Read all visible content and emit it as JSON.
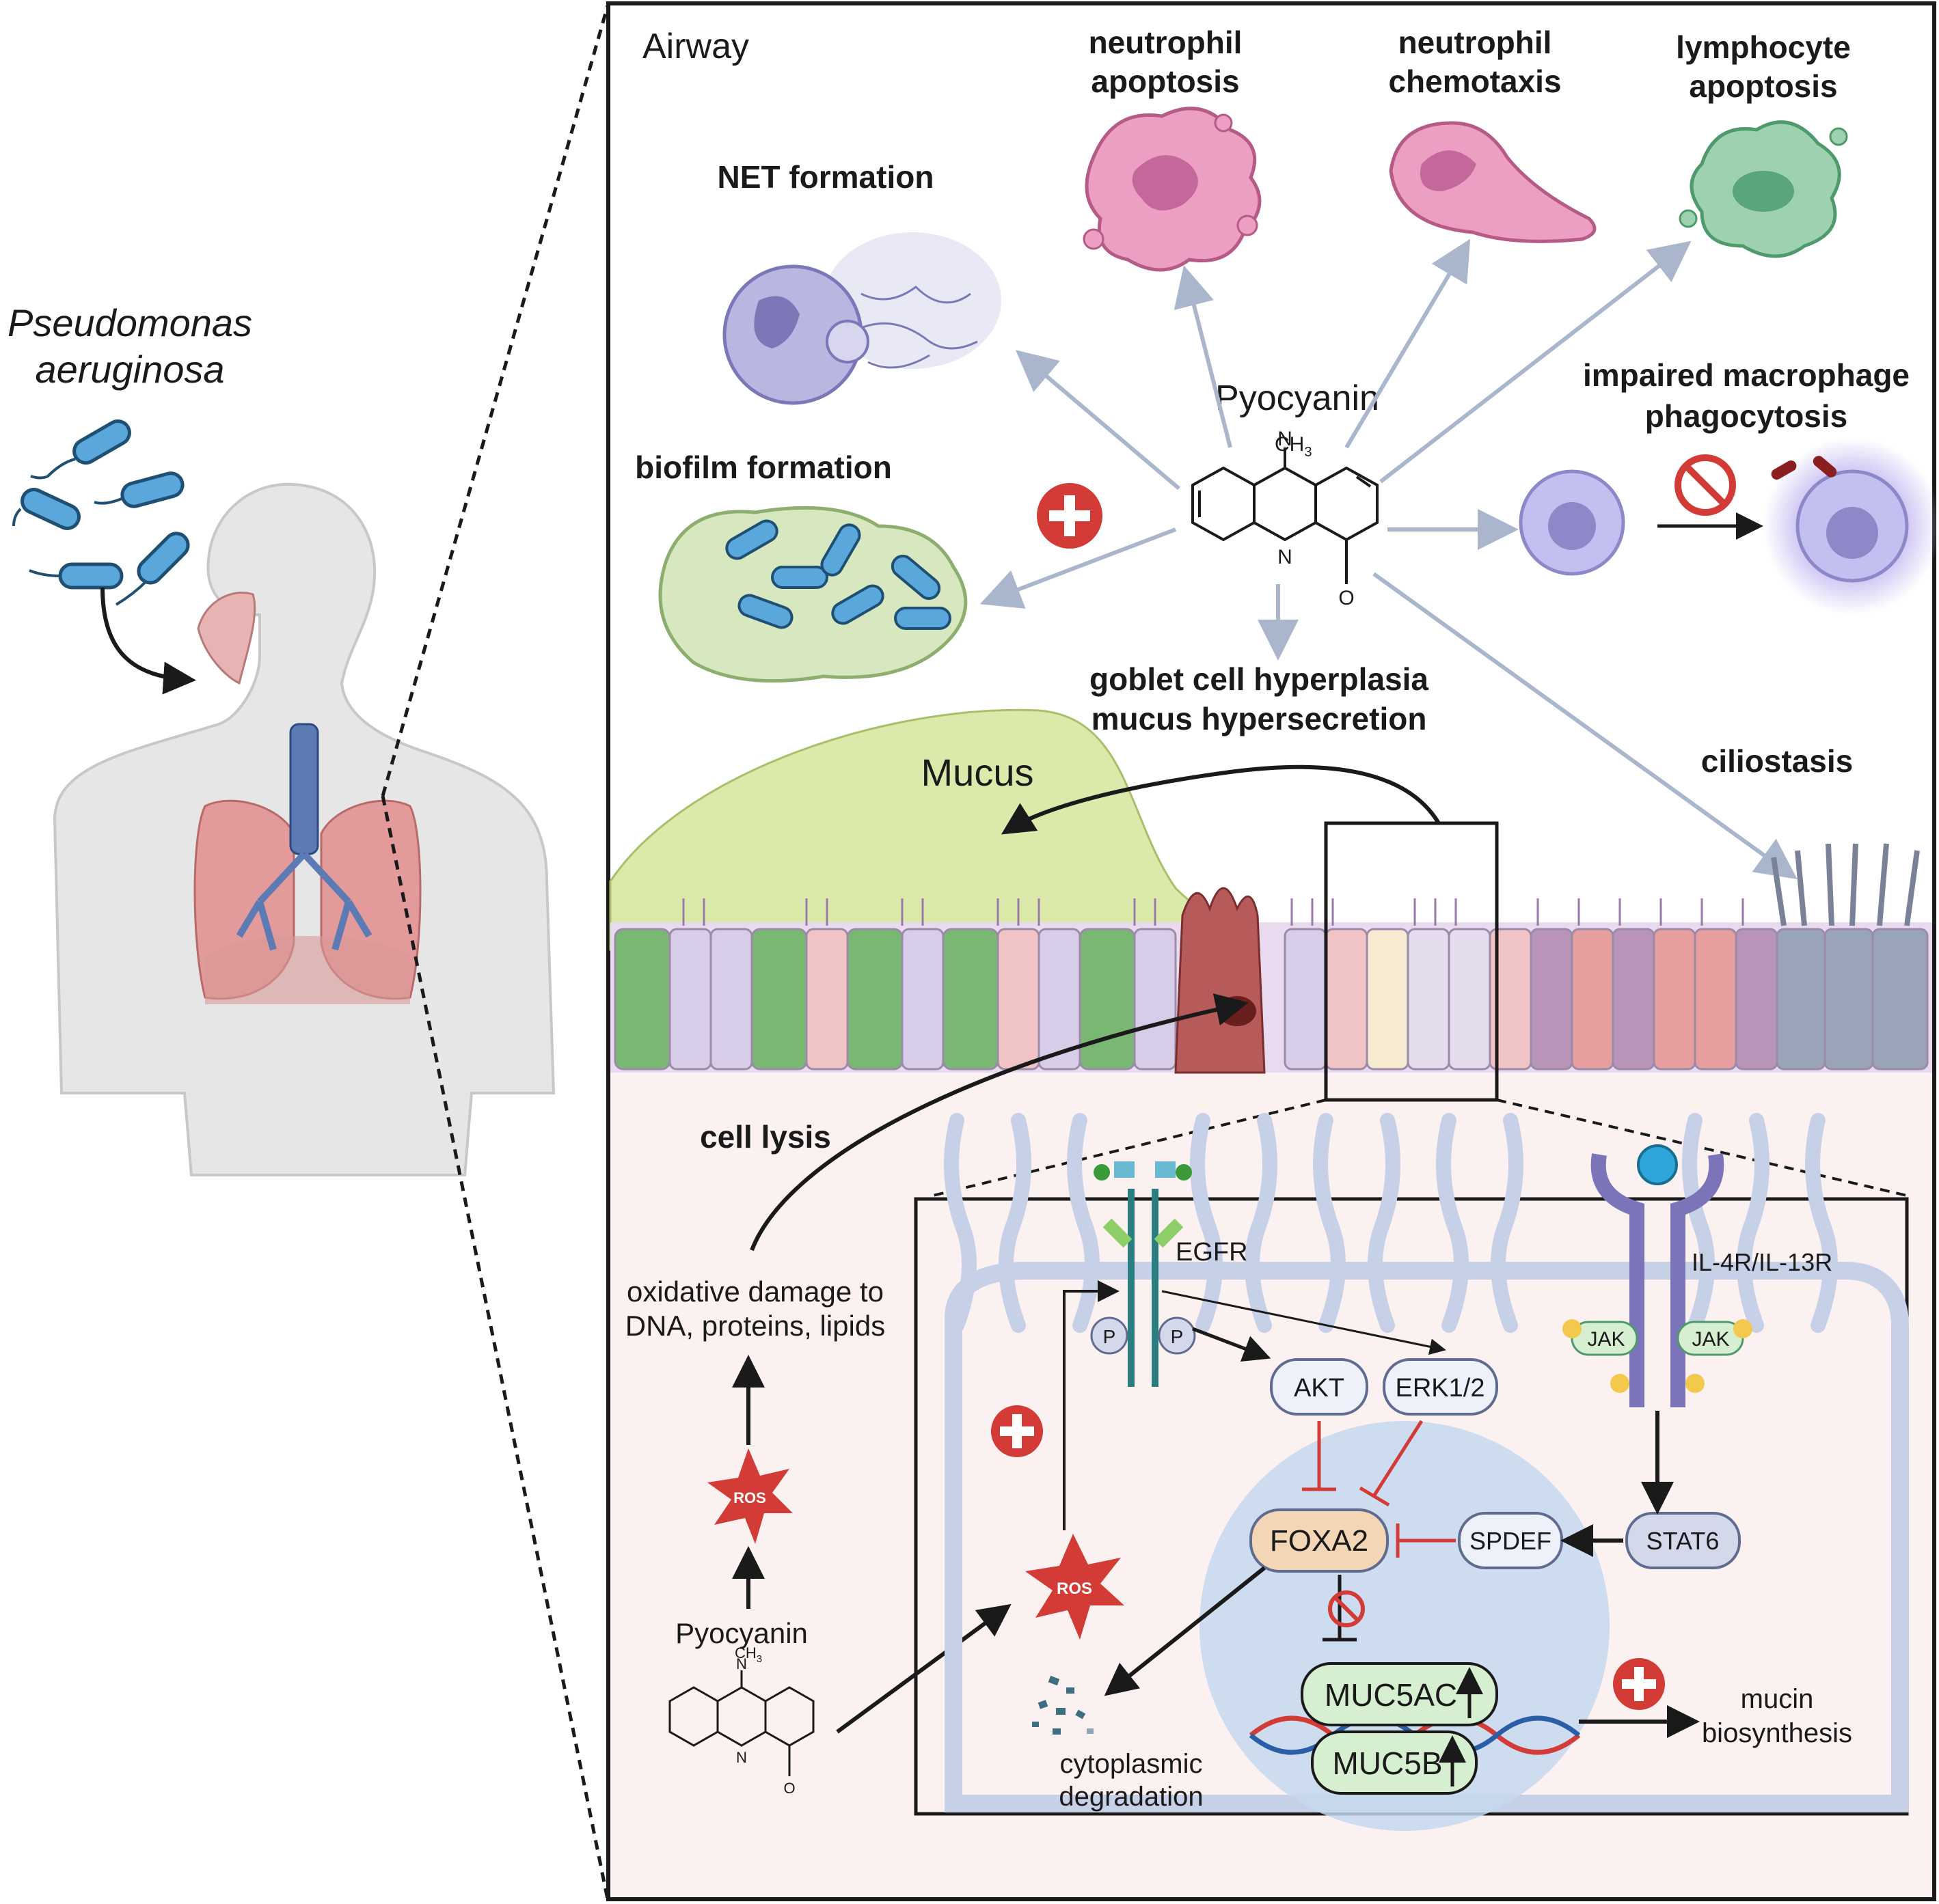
{
  "labels": {
    "organism": [
      "Pseudomonas",
      "aeruginosa"
    ],
    "airway": "Airway",
    "net_formation": "NET formation",
    "neutrophil_apoptosis": [
      "neutrophil",
      "apoptosis"
    ],
    "neutrophil_chemotaxis": [
      "neutrophil",
      "chemotaxis"
    ],
    "lymphocyte_apoptosis": [
      "lymphocyte",
      "apoptosis"
    ],
    "impaired_macrophage": [
      "impaired macrophage",
      "phagocytosis"
    ],
    "pyocyanin_top": "Pyocyanin",
    "biofilm_formation": "biofilm formation",
    "goblet": [
      "goblet cell hyperplasia",
      "mucus hypersecretion"
    ],
    "ciliostasis": "ciliostasis",
    "mucus": "Mucus",
    "cell_lysis": "cell lysis",
    "oxidative_damage": [
      "oxidative damage to",
      "DNA, proteins, lipids"
    ],
    "ros": "ROS",
    "pyocyanin_bottom": "Pyocyanin",
    "egfr": "EGFR",
    "il_receptor": "IL-4R/IL-13R",
    "p": "P",
    "akt": "AKT",
    "erk": "ERK1/2",
    "jak": "JAK",
    "foxa2": "FOXA2",
    "spdef": "SPDEF",
    "stat6": "STAT6",
    "muc5ac": "MUC5AC",
    "muc5b": "MUC5B",
    "mucin": [
      "mucin",
      "biosynthesis"
    ],
    "cytoplasmic": [
      "cytoplasmic",
      "degradation"
    ],
    "ch3": "CH",
    "ch3_sub": "3",
    "n": "N",
    "o": "O"
  },
  "colors": {
    "arrow_grey": "#a9b6cc",
    "red_plus": "#d23b36",
    "mucus_green": "#d7e8a8",
    "nucleus_blue": "#c6d8ef",
    "foxa2_fill": "#f2d6b5",
    "muc_fill": "#d5efd0"
  }
}
